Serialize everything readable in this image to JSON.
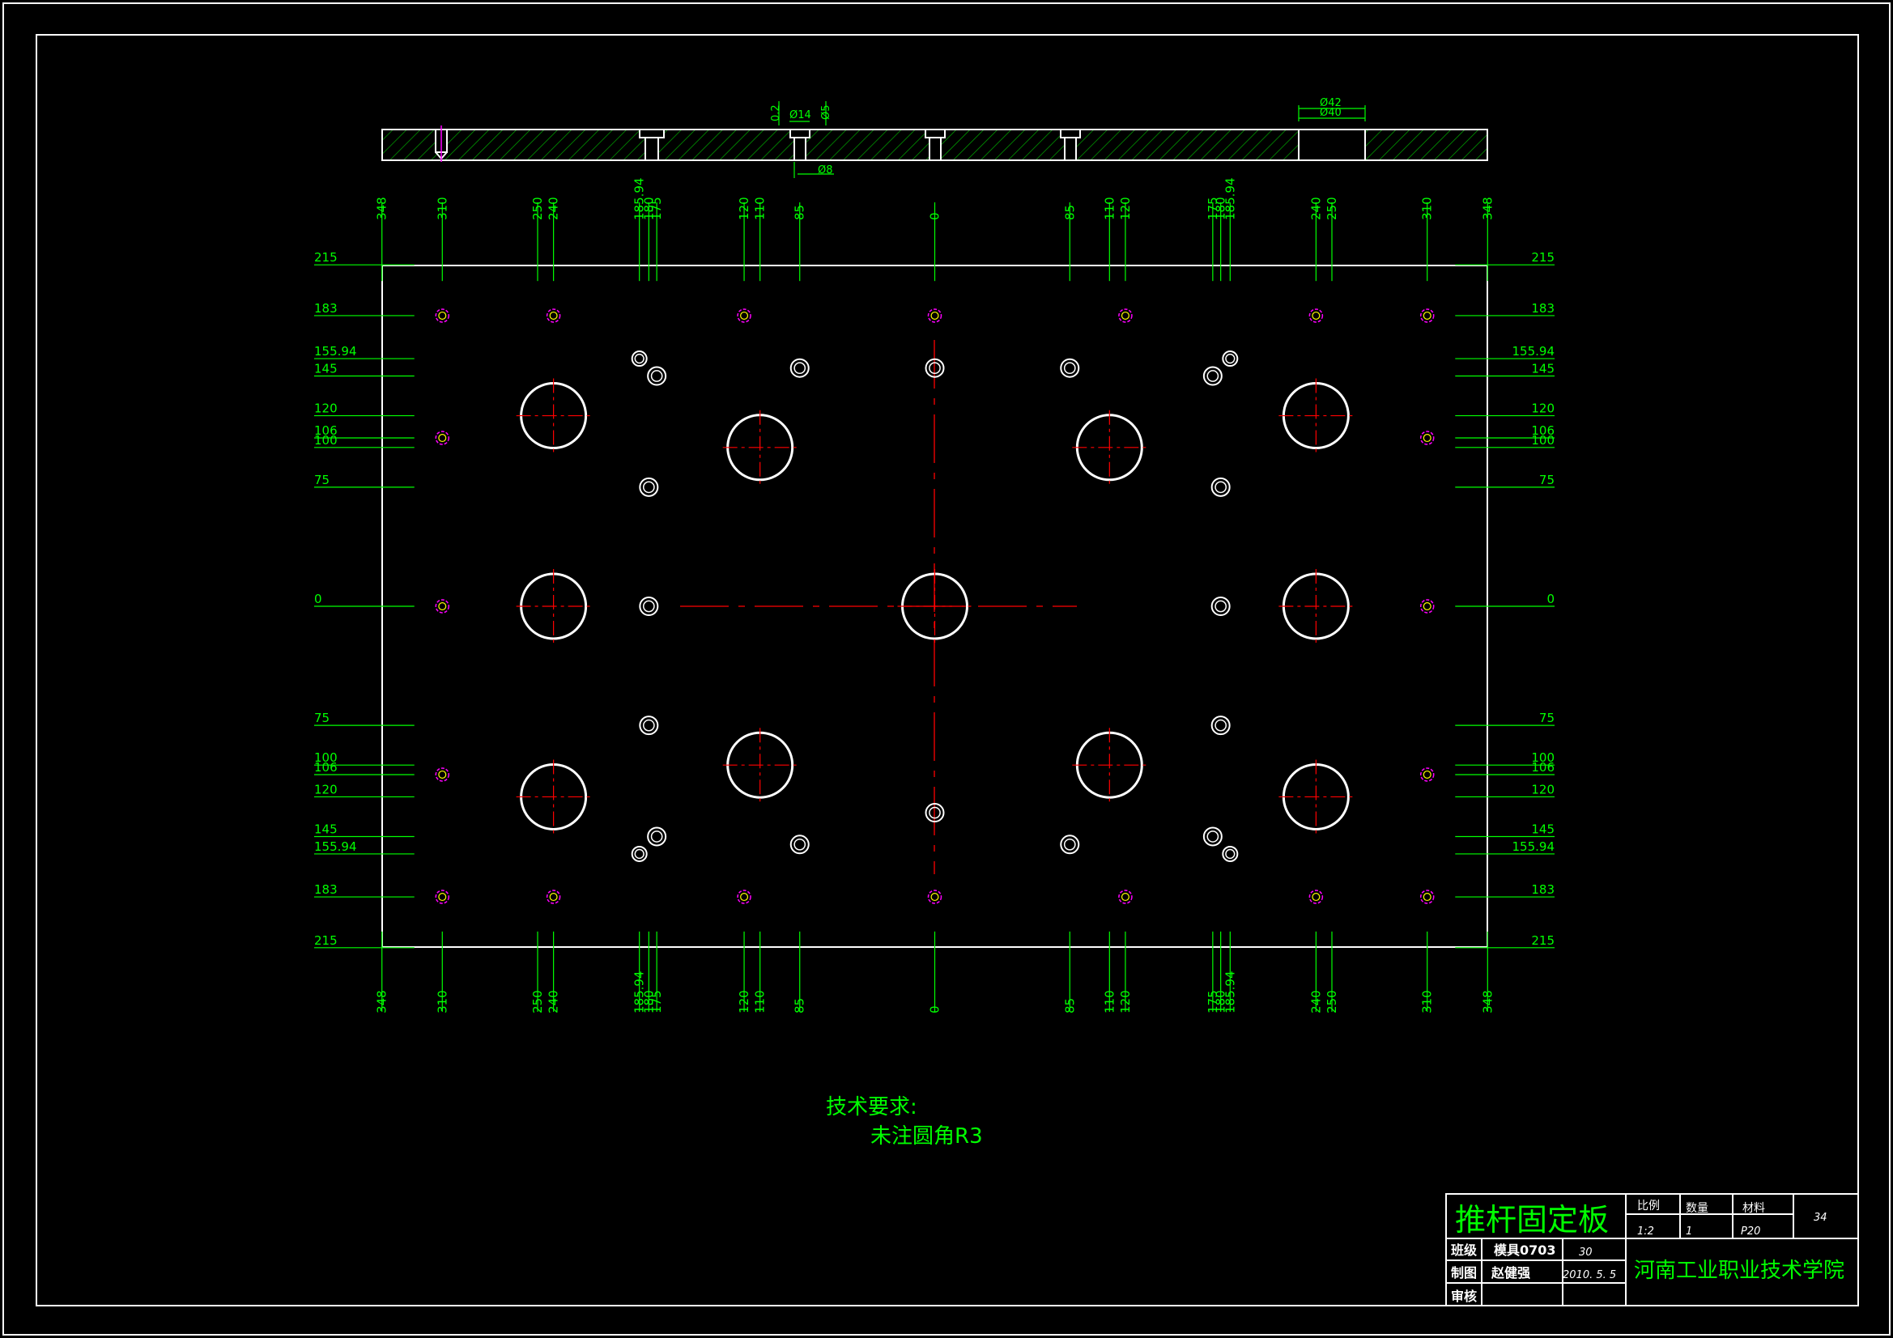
{
  "drawing": {
    "part_name": "推杆固定板",
    "school": "河南工业职业技术学院",
    "tech_req_title": "技术要求:",
    "tech_req_item": "未注圆角R3"
  },
  "title_block": {
    "scale_label": "比例",
    "qty_label": "数量",
    "material_label": "材料",
    "scale_value": "1:2",
    "qty_value": "1",
    "material_value": "P20",
    "sheet_no": "34",
    "class_label": "班级",
    "class_value": "模具0703",
    "class_no": "30",
    "draw_label": "制图",
    "drawer": "赵健强",
    "date": "2010. 5. 5",
    "check_label": "审核"
  },
  "section_view": {
    "dims": [
      "0.2",
      "Ø14",
      "Ø5",
      "Ø8",
      "Ø42",
      "Ø40"
    ]
  },
  "x_dims": [
    "348",
    "310",
    "250",
    "240",
    "185.94",
    "180",
    "175",
    "120",
    "110",
    "85",
    "0",
    "85",
    "110",
    "120",
    "175",
    "180",
    "185.94",
    "240",
    "250",
    "310",
    "348"
  ],
  "y_dims": [
    "215",
    "183",
    "155.94",
    "145",
    "120",
    "106",
    "100",
    "75",
    "0",
    "75",
    "100",
    "106",
    "120",
    "145",
    "155.94",
    "183",
    "215"
  ],
  "colors": {
    "background": "#000000",
    "outline": "#ffffff",
    "dimension": "#00ff00",
    "centerline": "#ff0000",
    "thread": "#ff00ff",
    "hatch": "#00a000"
  }
}
